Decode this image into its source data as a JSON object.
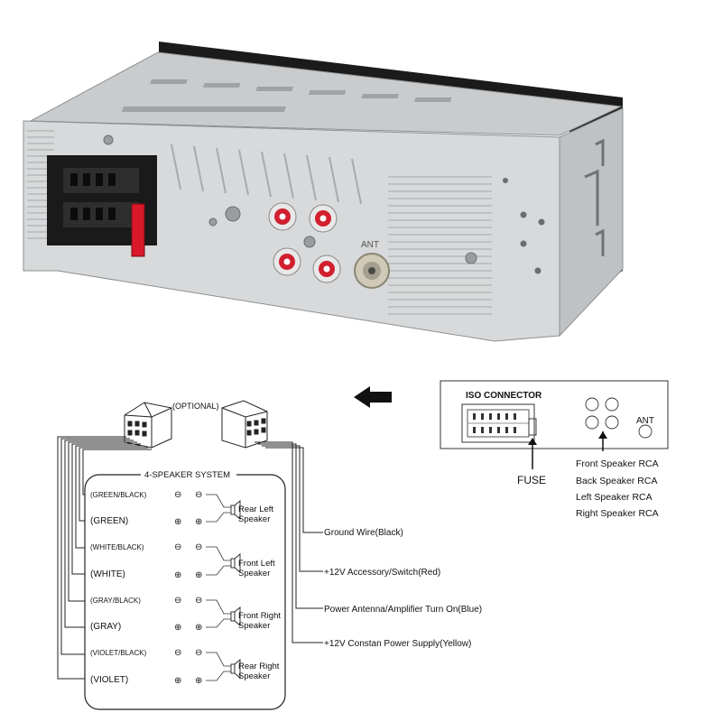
{
  "photo": {
    "ant_label": "ANT"
  },
  "iso_panel": {
    "title": "ISO CONNECTOR",
    "ant_label": "ANT",
    "fuse_label": "FUSE",
    "rca_legend": [
      "Front Speaker RCA",
      "Back Speaker RCA",
      "Left  Speaker RCA",
      "Right  Speaker RCA"
    ]
  },
  "wiring": {
    "optional_label": "(OPTIONAL)",
    "system_title": "4-SPEAKER SYSTEM",
    "wires": [
      {
        "color": "(GREEN/BLACK)",
        "polarity": "minus"
      },
      {
        "color": "(GREEN)",
        "polarity": "plus"
      },
      {
        "color": "(WHITE/BLACK)",
        "polarity": "minus"
      },
      {
        "color": "(WHITE)",
        "polarity": "plus"
      },
      {
        "color": "(GRAY/BLACK)",
        "polarity": "minus"
      },
      {
        "color": "(GRAY)",
        "polarity": "plus"
      },
      {
        "color": "(VIOLET/BLACK)",
        "polarity": "minus"
      },
      {
        "color": "(VIOLET)",
        "polarity": "plus"
      }
    ],
    "speakers": [
      {
        "line1": "Rear Left",
        "line2": "Speaker"
      },
      {
        "line1": "Front Left",
        "line2": "Speaker"
      },
      {
        "line1": "Front Right",
        "line2": "Speaker"
      },
      {
        "line1": "Rear Right",
        "line2": "Speaker"
      }
    ],
    "power_wires": [
      "Ground  Wire(Black)",
      "+12V Accessory/Switch(Red)",
      "Power Antenna/Amplifier Turn On(Blue)",
      "+12V Constan Power Supply(Yellow)"
    ],
    "minus_symbol": "⊖",
    "plus_symbol": "⊕"
  }
}
